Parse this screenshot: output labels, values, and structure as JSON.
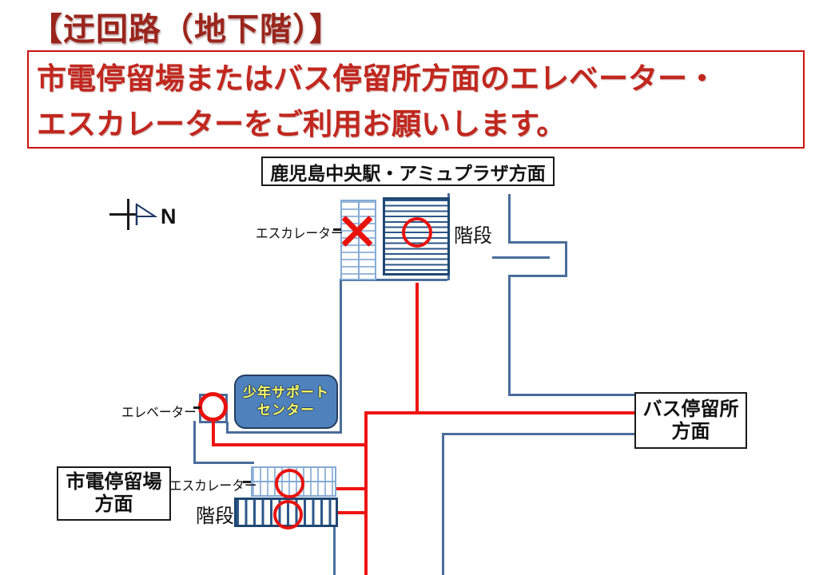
{
  "header": {
    "title": "【迂回路（地下階）】",
    "notice_line1": "市電停留場またはバス停留所方面のエレベーター・",
    "notice_line2": "エスカレーターをご利用お願いします。"
  },
  "compass": {
    "label": "N",
    "icon": "north-pennant-icon"
  },
  "map": {
    "station_box": "鹿児島中央駅・アミュプラザ方面",
    "bus_box": {
      "line1": "バス停留所",
      "line2": "方面"
    },
    "tram_box": {
      "line1": "市電停留場",
      "line2": "方面"
    },
    "support_center": {
      "line1": "少年サポート",
      "line2": "センター"
    },
    "labels": {
      "upper_escalator": "エスカレーター",
      "upper_stairs": "階段",
      "elevator": "エレベーター",
      "lower_escalator": "エスカレーター",
      "lower_stairs": "階段"
    },
    "markers": {
      "closed_icon": "cross-icon",
      "open_icon": "circle-icon"
    }
  },
  "colors": {
    "title_red": "#9a251c",
    "notice_red": "#c1271e",
    "marker_red": "#e8120c",
    "route_red": "#ee1411",
    "wall_blue": "#4a6d9b",
    "stairs_navy": "#1f4771",
    "escalator_blue": "#95b3d7",
    "support_fill": "#4f81bd",
    "support_border": "#243f60",
    "support_text_yellow": "#ffff5e"
  }
}
